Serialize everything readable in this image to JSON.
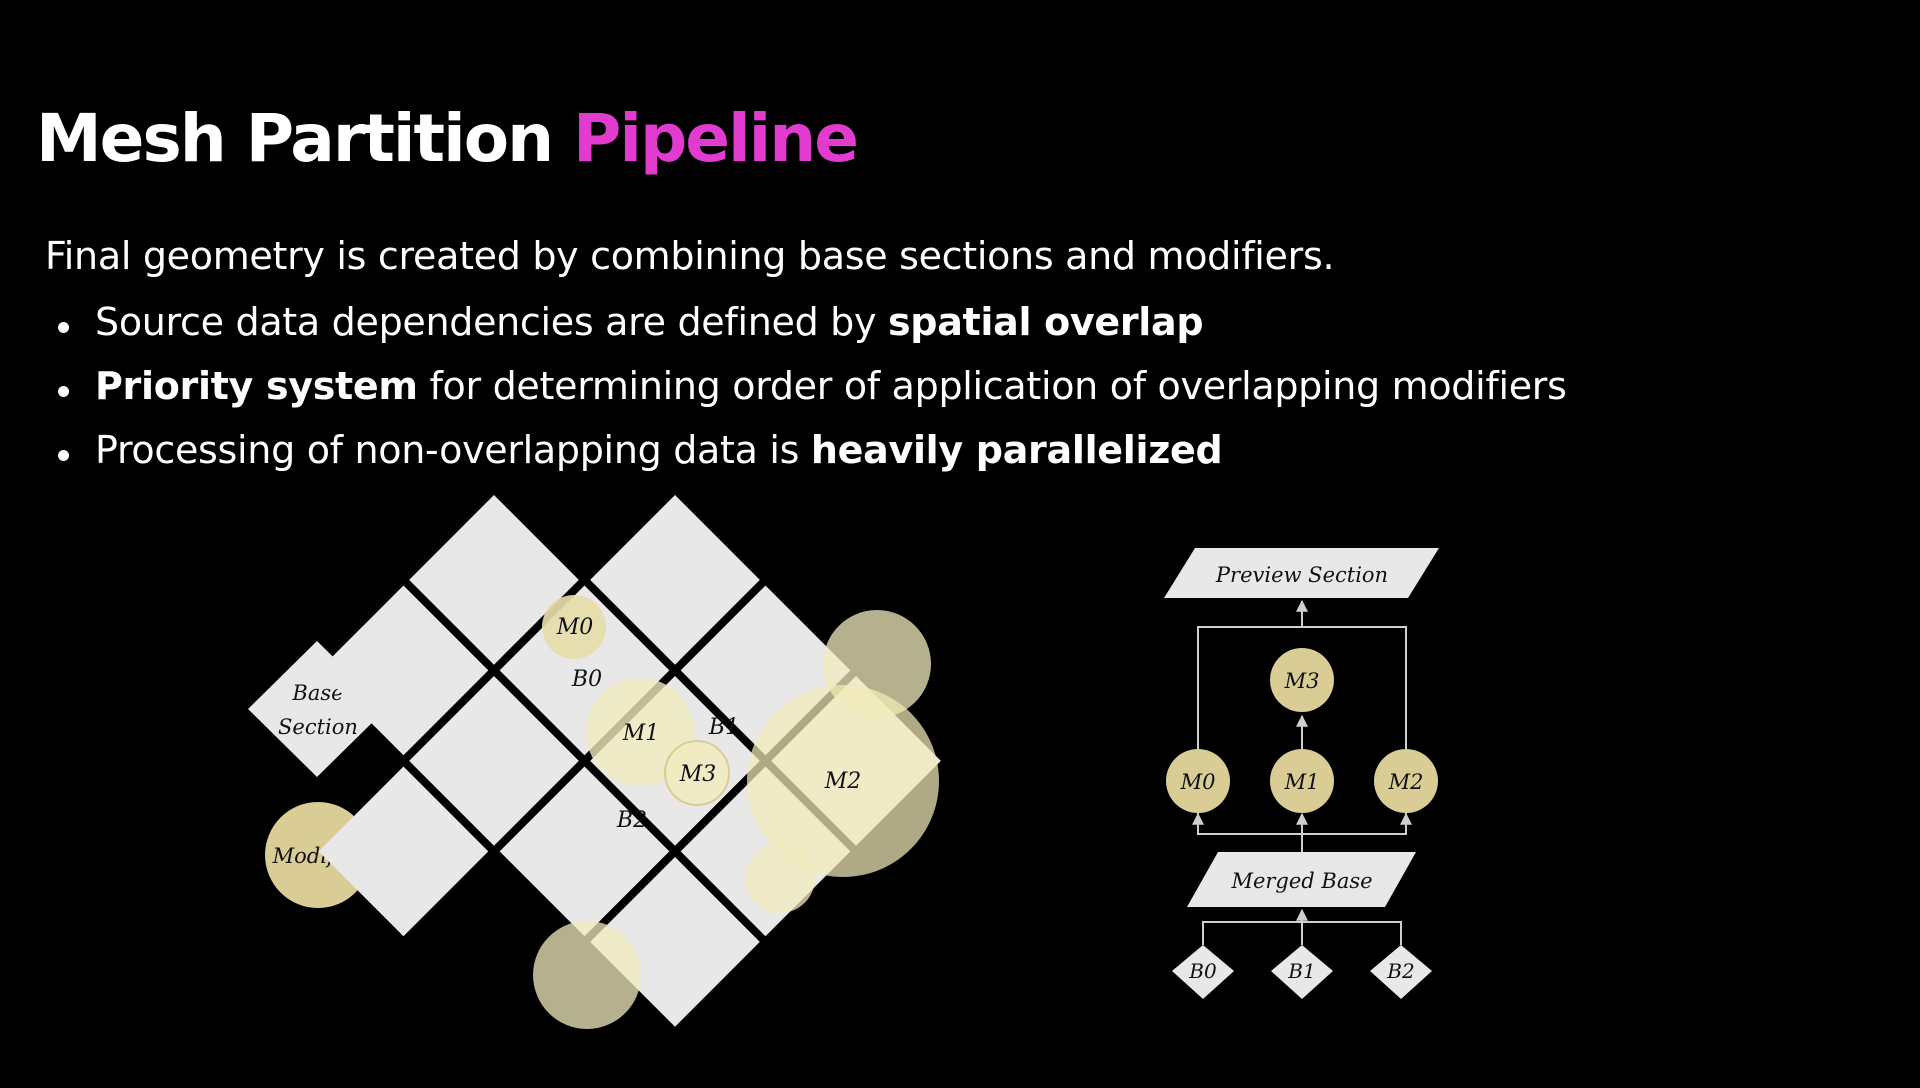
{
  "title": {
    "main": "Mesh Partition",
    "accent": "Pipeline"
  },
  "intro": "Final geometry is created by combining base sections and modifiers.",
  "bullets": [
    {
      "pre": "Source data dependencies are defined by ",
      "bold": "spatial overlap",
      "post": ""
    },
    {
      "pre": "",
      "bold": "Priority system",
      "post": " for determining order of application of overlapping modifiers"
    },
    {
      "pre": "Processing of non-overlapping data is ",
      "bold": "heavily parallelized",
      "post": ""
    }
  ],
  "legend": {
    "base_line1": "Base",
    "base_line2": "Section",
    "modifier": "Modifier"
  },
  "spatial_labels": {
    "m0": "M0",
    "b0": "B0",
    "m1": "M1",
    "b1": "B1",
    "m3": "M3",
    "m2": "M2",
    "b2": "B2"
  },
  "graph": {
    "preview": "Preview Section",
    "m3": "M3",
    "m0": "M0",
    "m1": "M1",
    "m2": "M2",
    "merged": "Merged Base",
    "b0": "B0",
    "b1": "B1",
    "b2": "B2"
  },
  "colors": {
    "accent": "#e23bd0",
    "tile": "#e8e8e8",
    "modifier_fill": "#d9cd95",
    "overlap_fill": "#f3ecb8"
  }
}
